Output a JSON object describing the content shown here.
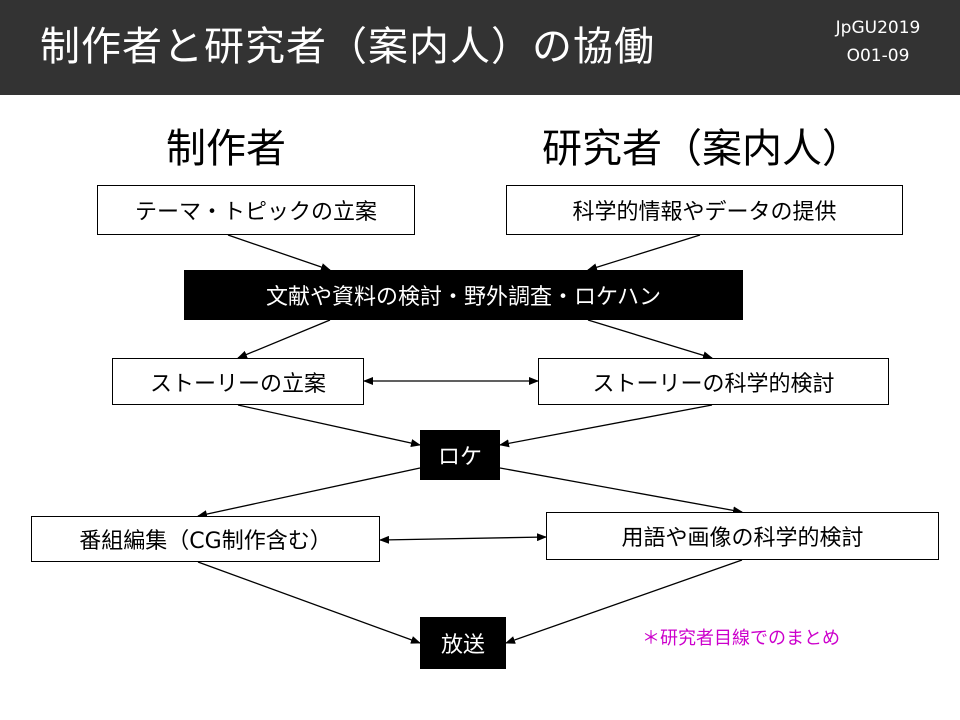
{
  "header": {
    "title": "制作者と研究者（案内人）の協働",
    "conference": "JpGU2019",
    "code": "O01-09"
  },
  "columns": {
    "creator": "制作者",
    "researcher": "研究者（案内人）"
  },
  "nodes": {
    "theme_planning": "テーマ・トピックの立案",
    "scientific_info": "科学的情報やデータの提供",
    "literature_review": "文献や資料の検討・野外調査・ロケハン",
    "story_planning": "ストーリーの立案",
    "story_review": "ストーリーの科学的検討",
    "location": "ロケ",
    "editing": "番組編集（CG制作含む）",
    "terminology_review": "用語や画像の科学的検討",
    "broadcast": "放送"
  },
  "note": {
    "text": "＊研究者目線でのまとめ",
    "color": "#cc00cc"
  },
  "colors": {
    "header_bg": "#333333",
    "dark_box": "#000000"
  }
}
